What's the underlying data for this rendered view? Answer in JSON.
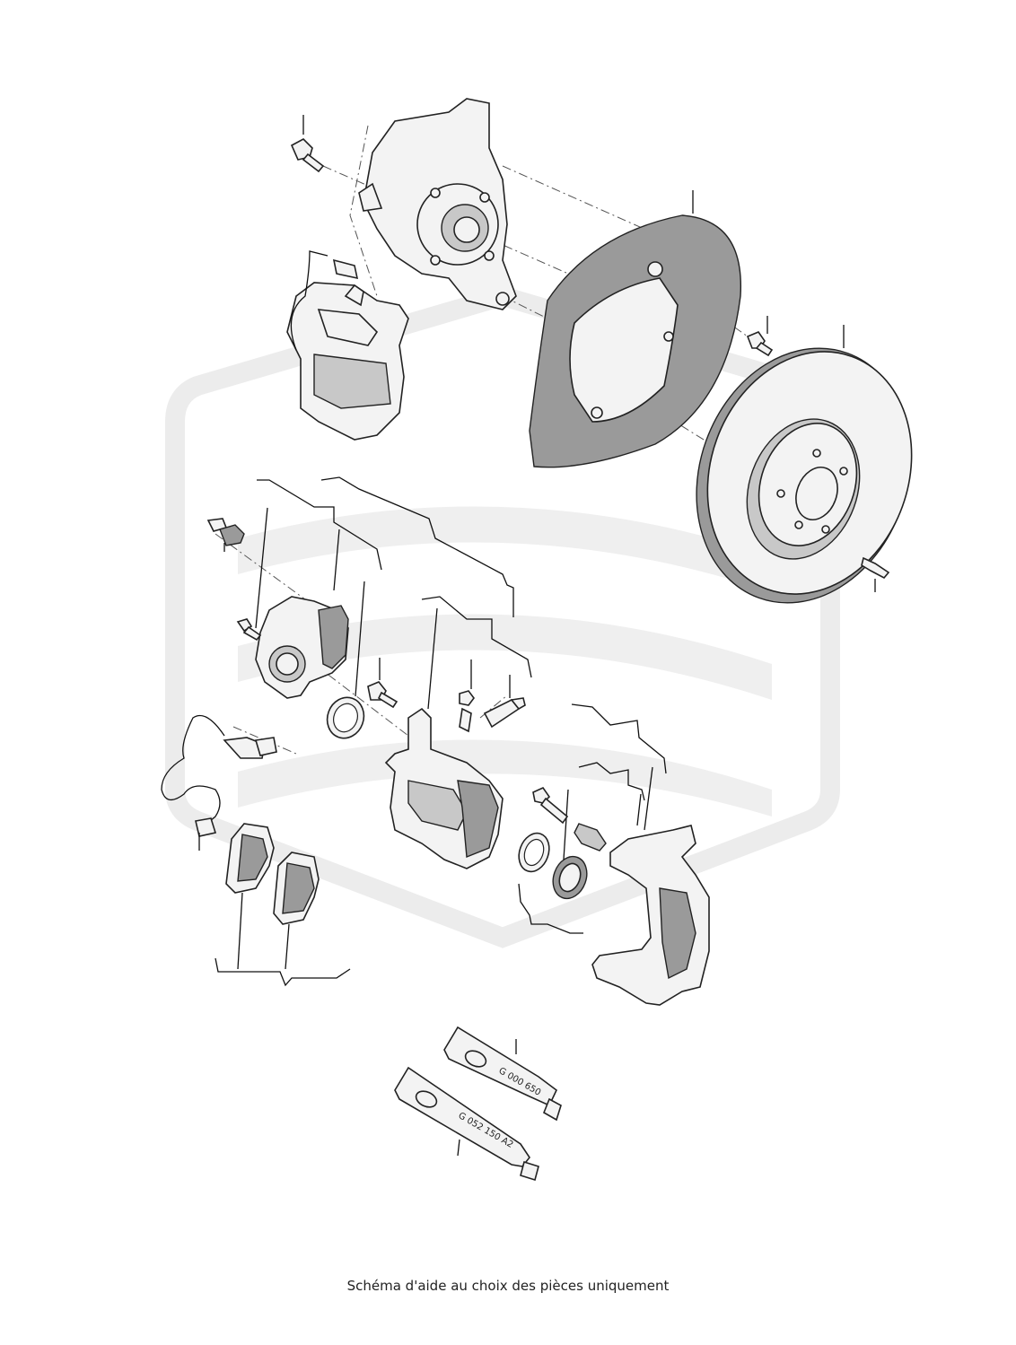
{
  "caption": "Schéma d'aide au choix des pièces uniquement",
  "tubes": {
    "tube1_label": "G 000 650",
    "tube2_label": "G 052 150 A2"
  },
  "colors": {
    "line": "#222222",
    "part_fill": "#f3f3f3",
    "shadow_fill": "#9a9a9a",
    "watermark": "#ececec"
  }
}
